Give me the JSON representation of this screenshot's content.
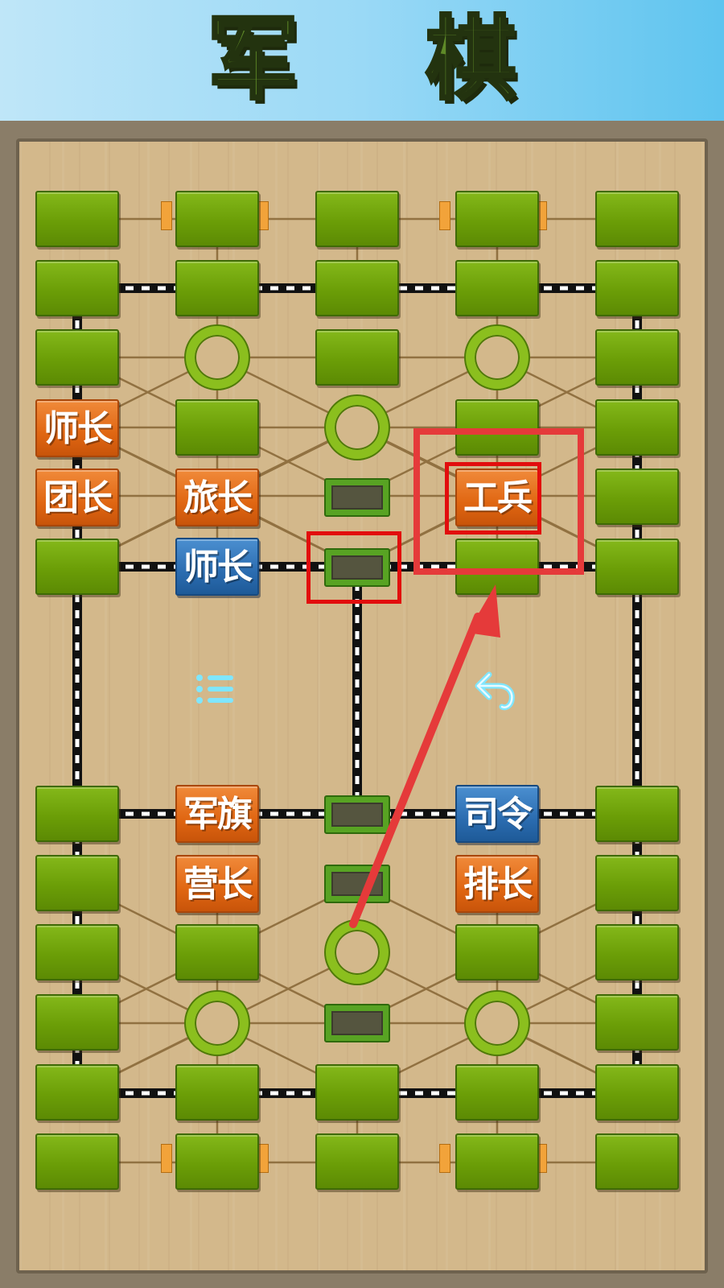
{
  "game_title": "军 棋",
  "pieces": {
    "p1": "师长",
    "p2": "团长",
    "p3": "旅长",
    "p4": "工兵",
    "p5": "师长",
    "p6": "军旗",
    "p7": "司令",
    "p8": "营长",
    "p9": "排长"
  },
  "colors": {
    "player_a": "#e06612",
    "player_b": "#2b6cb0",
    "highlight": "#e20d0d",
    "arrow": "#e53a3a"
  },
  "icons": {
    "menu": "menu-list-icon",
    "undo": "undo-arrow-icon"
  }
}
